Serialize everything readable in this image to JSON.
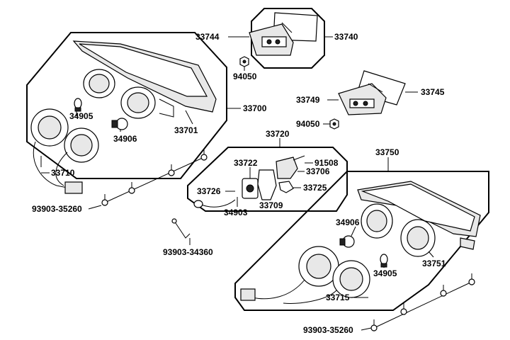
{
  "labels": {
    "p33744": "33744",
    "p33740": "33740",
    "p94050a": "94050",
    "p33749": "33749",
    "p33745": "33745",
    "p94050b": "94050",
    "p34905a": "34905",
    "p34906a": "34906",
    "p33700": "33700",
    "p33701": "33701",
    "p33710": "33710",
    "p93903a": "93903-35260",
    "p33720": "33720",
    "p33722": "33722",
    "p91508": "91508",
    "p33706": "33706",
    "p33726": "33726",
    "p33725": "33725",
    "p34903": "34903",
    "p33709": "33709",
    "p93903b": "93903-34360",
    "p33750": "33750",
    "p34906b": "34906",
    "p34905b": "34905",
    "p33751": "33751",
    "p33715": "33715",
    "p93903c": "93903-35260"
  }
}
